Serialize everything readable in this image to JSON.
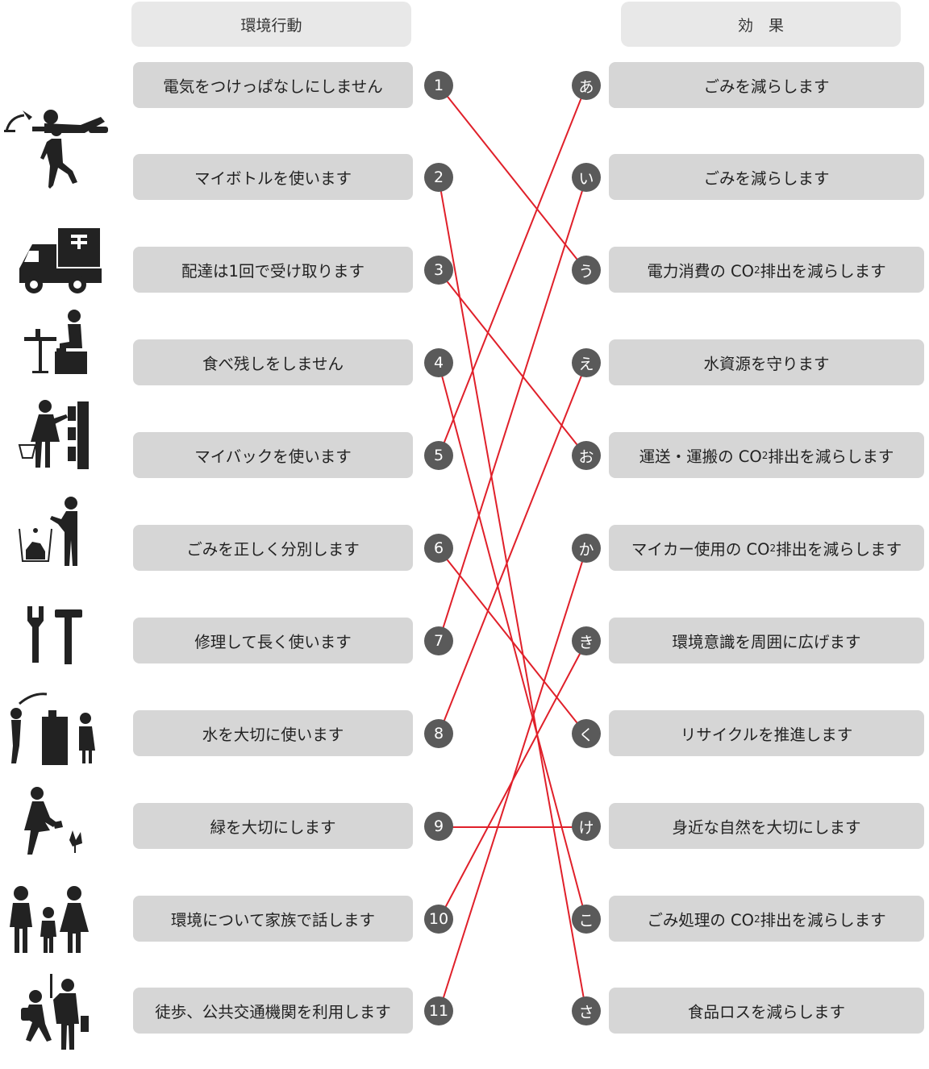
{
  "headers": {
    "actions": "環境行動",
    "effects": "効　果"
  },
  "actions": [
    {
      "num": "1",
      "label": "電気をつけっぱなしにしません",
      "icon": "person-lying-reading-icon"
    },
    {
      "num": "2",
      "label": "マイボトルを使います",
      "icon": "person-running-icon"
    },
    {
      "num": "3",
      "label": "配達は1回で受け取ります",
      "icon": "delivery-truck-icon"
    },
    {
      "num": "4",
      "label": "食べ残しをしません",
      "icon": "person-eating-at-table-icon"
    },
    {
      "num": "5",
      "label": "マイバックを使います",
      "icon": "person-shopping-basket-icon"
    },
    {
      "num": "6",
      "label": "ごみを正しく分別します",
      "icon": "person-throwing-trash-icon"
    },
    {
      "num": "7",
      "label": "修理して長く使います",
      "icon": "wrench-hammer-icon"
    },
    {
      "num": "8",
      "label": "水を大切に使います",
      "icon": "shower-and-sink-icon"
    },
    {
      "num": "9",
      "label": "緑を大切にします",
      "icon": "person-watering-plants-icon"
    },
    {
      "num": "10",
      "label": "環境について家族で話します",
      "icon": "family-icon"
    },
    {
      "num": "11",
      "label": "徒歩、公共交通機関を利用します",
      "icon": "walking-and-commuter-icon"
    }
  ],
  "effects": [
    {
      "letter": "あ",
      "label": "ごみを減らします"
    },
    {
      "letter": "い",
      "label": "ごみを減らします"
    },
    {
      "letter": "う",
      "pre": "電力消費の CO",
      "sub": "2",
      "post": "排出を減らします"
    },
    {
      "letter": "え",
      "label": "水資源を守ります"
    },
    {
      "letter": "お",
      "pre": "運送・運搬の CO",
      "sub": "2",
      "post": "排出を減らします"
    },
    {
      "letter": "か",
      "pre": "マイカー使用の CO",
      "sub": "2",
      "post": "排出を減らします"
    },
    {
      "letter": "き",
      "label": "環境意識を周囲に広げます"
    },
    {
      "letter": "く",
      "label": "リサイクルを推進します"
    },
    {
      "letter": "け",
      "label": "身近な自然を大切にします"
    },
    {
      "letter": "こ",
      "pre": "ごみ処理の CO",
      "sub": "2",
      "post": "排出を減らします"
    },
    {
      "letter": "さ",
      "label": "食品ロスを減らします"
    }
  ],
  "connections": [
    {
      "from": "1",
      "to": "う"
    },
    {
      "from": "2",
      "to": "さ"
    },
    {
      "from": "3",
      "to": "お"
    },
    {
      "from": "4",
      "to": "こ"
    },
    {
      "from": "5",
      "to": "あ"
    },
    {
      "from": "6",
      "to": "く"
    },
    {
      "from": "7",
      "to": "い"
    },
    {
      "from": "8",
      "to": "え"
    },
    {
      "from": "9",
      "to": "け"
    },
    {
      "from": "10",
      "to": "き"
    },
    {
      "from": "11",
      "to": "か"
    }
  ],
  "colors": {
    "line": "#e0202a",
    "box": "#d6d6d6",
    "header": "#e8e8e8",
    "dot": "#5a5a5a"
  }
}
